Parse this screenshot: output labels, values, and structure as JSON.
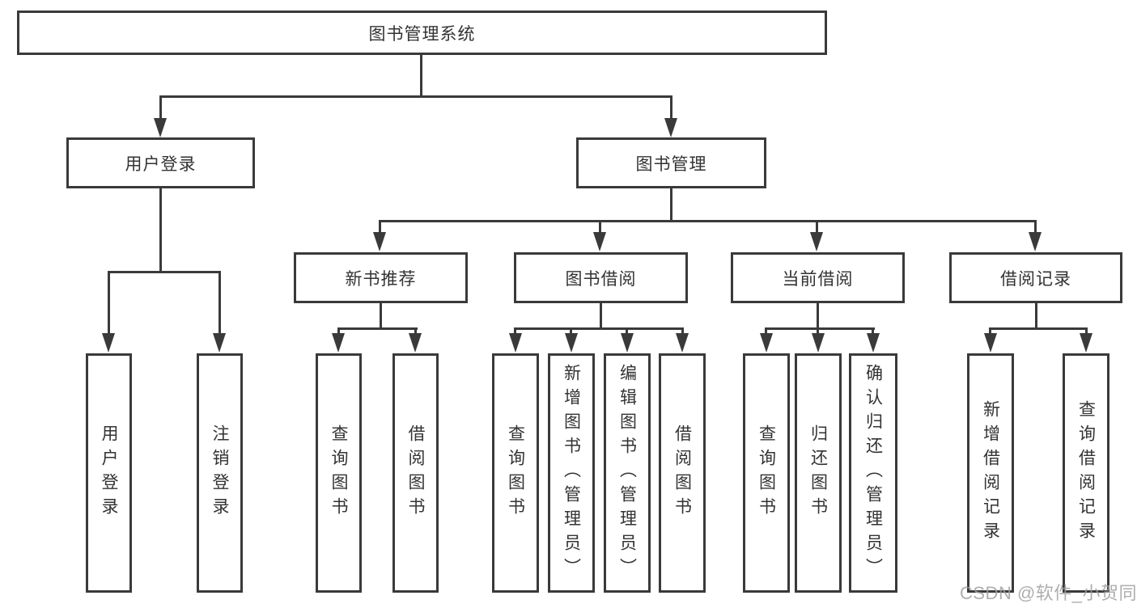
{
  "tree": {
    "root": {
      "label": "图书管理系统",
      "children": [
        {
          "label": "用户登录",
          "children": [
            {
              "label": "用户登录"
            },
            {
              "label": "注销登录"
            }
          ]
        },
        {
          "label": "图书管理",
          "children": [
            {
              "label": "新书推荐",
              "children": [
                {
                  "label": "查询图书"
                },
                {
                  "label": "借阅图书"
                }
              ]
            },
            {
              "label": "图书借阅",
              "children": [
                {
                  "label": "查询图书"
                },
                {
                  "label": "新增图书（管理员）"
                },
                {
                  "label": "编辑图书（管理员）"
                },
                {
                  "label": "借阅图书"
                }
              ]
            },
            {
              "label": "当前借阅",
              "children": [
                {
                  "label": "查询图书"
                },
                {
                  "label": "归还图书"
                },
                {
                  "label": "确认归还（管理员）"
                }
              ]
            },
            {
              "label": "借阅记录",
              "children": [
                {
                  "label": "新增借阅记录"
                },
                {
                  "label": "查询借阅记录"
                }
              ]
            }
          ]
        }
      ]
    }
  },
  "watermark": {
    "text": "CSDN @软件_小贺同学"
  },
  "colors": {
    "line": "#3a3a3a",
    "text": "#333333",
    "watermark": "#a0a0a0",
    "background": "#ffffff"
  }
}
